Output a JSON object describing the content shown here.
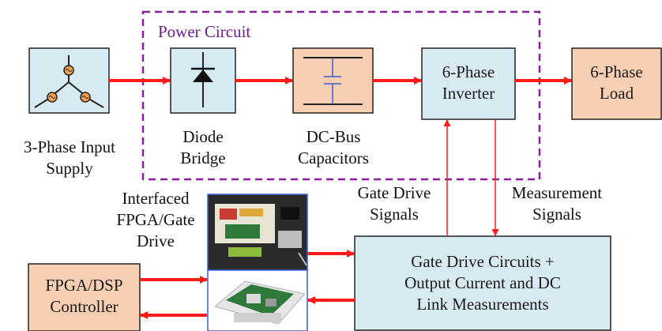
{
  "colors": {
    "arrow": "#ff1a1a",
    "group_border": "#8a1f9e",
    "group_title": "#6b1a8f",
    "box_blue": "#d7eaf2",
    "box_peach": "#f8cfb3",
    "box_border": "#222222",
    "board_border": "#3a5fcf"
  },
  "icons": {
    "supply": "three-phase-source-icon",
    "bridge": "diode-icon",
    "capacitor": "capacitor-icon",
    "board_top": "fpga-board-photo",
    "board_bottom": "gate-driver-board-photo"
  },
  "group": {
    "title": "Power Circuit"
  },
  "nodes": {
    "inverter": {
      "line1": "6-Phase",
      "line2": "Inverter"
    },
    "load": {
      "line1": "6-Phase",
      "line2": "Load"
    },
    "gate_circuits": {
      "line1": "Gate Drive Circuits +",
      "line2": "Output Current and DC",
      "line3": "Link Measurements"
    },
    "controller": {
      "line1": "FPGA/DSP",
      "line2": "Controller"
    }
  },
  "labels": {
    "supply": {
      "line1": "3-Phase Input",
      "line2": "Supply"
    },
    "bridge": {
      "line1": "Diode",
      "line2": "Bridge"
    },
    "capacitors": {
      "line1": "DC-Bus",
      "line2": "Capacitors"
    },
    "interface": {
      "line1": "Interfaced",
      "line2": "FPGA/Gate",
      "line3": "Drive"
    },
    "gate_signals": {
      "line1": "Gate Drive",
      "line2": "Signals"
    },
    "measurement": {
      "line1": "Measurement",
      "line2": "Signals"
    }
  }
}
